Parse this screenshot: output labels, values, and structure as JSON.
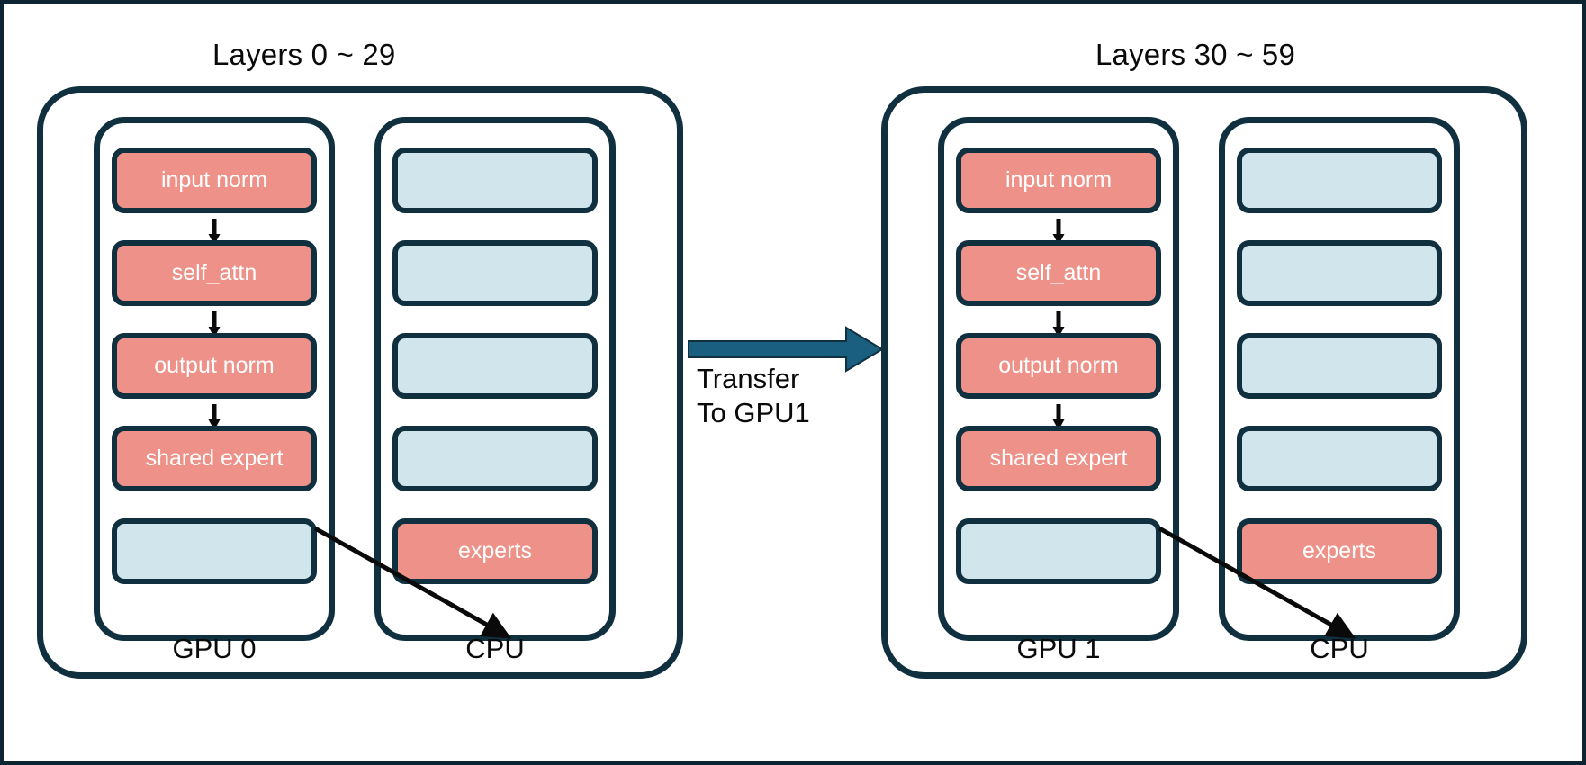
{
  "diagram": {
    "title_left": "Layers 0 ~ 29",
    "title_right": "Layers 30 ~ 59",
    "transfer": {
      "line1": "Transfer",
      "line2": "To GPU1",
      "arrow_color": "#1a5f7f"
    },
    "colors": {
      "active": "#ee9289",
      "idle": "#d0e5ec",
      "outline": "#10303f",
      "text": "#0a0a0a",
      "box_text": "#ffffff",
      "background": "#ffffff"
    },
    "panels": [
      {
        "id": "panel-left",
        "gpu_label": "GPU 0",
        "cpu_label": "CPU",
        "gpu_units": [
          {
            "label": "input norm",
            "state": "active"
          },
          {
            "label": "self_attn",
            "state": "active"
          },
          {
            "label": "output norm",
            "state": "active"
          },
          {
            "label": "shared expert",
            "state": "active"
          },
          {
            "label": "",
            "state": "idle"
          }
        ],
        "cpu_units": [
          {
            "label": "",
            "state": "idle"
          },
          {
            "label": "",
            "state": "idle"
          },
          {
            "label": "",
            "state": "idle"
          },
          {
            "label": "",
            "state": "idle"
          },
          {
            "label": "experts",
            "state": "active"
          }
        ]
      },
      {
        "id": "panel-right",
        "gpu_label": "GPU 1",
        "cpu_label": "CPU",
        "gpu_units": [
          {
            "label": "input norm",
            "state": "active"
          },
          {
            "label": "self_attn",
            "state": "active"
          },
          {
            "label": "output norm",
            "state": "active"
          },
          {
            "label": "shared expert",
            "state": "active"
          },
          {
            "label": "",
            "state": "idle"
          }
        ],
        "cpu_units": [
          {
            "label": "",
            "state": "idle"
          },
          {
            "label": "",
            "state": "idle"
          },
          {
            "label": "",
            "state": "idle"
          },
          {
            "label": "",
            "state": "idle"
          },
          {
            "label": "experts",
            "state": "active"
          }
        ]
      }
    ]
  }
}
